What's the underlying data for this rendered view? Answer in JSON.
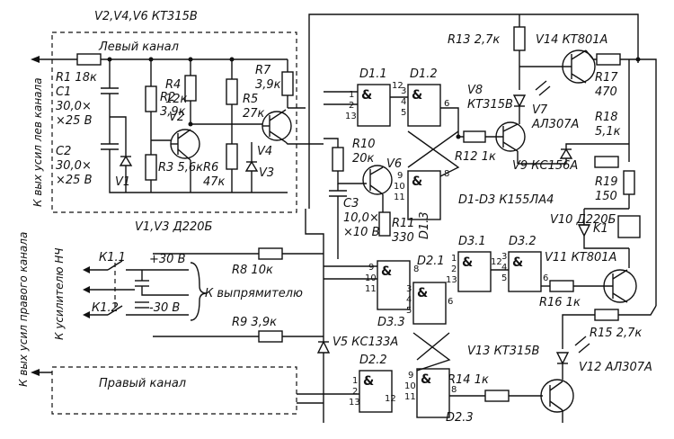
{
  "title_left": "V2,V4,V6  КТ315В",
  "left_channel_label": "Левый канал",
  "right_channel_label": "Правый канал",
  "vertical_left_out": "К вых усил лев канала",
  "vertical_right_out": "К вых усил правого канала",
  "vertical_to_amp": "К усилителю НЧ",
  "diodes_v1v3": "V1,V3  Д220Б",
  "to_rectifier": "К выпрямителю",
  "plus30": "+30 В",
  "minus30": "-30 В",
  "k11": "К1.1",
  "k12": "К1.2",
  "components": {
    "r1": "R1 18к",
    "c1": "C1 30,0× ×25 В",
    "c2": "C2 30,0× ×25 В",
    "r2": "R2 3,9к",
    "r4": "R4 12к",
    "r3": "R3 5,6к",
    "r6": "R6 47к",
    "r7": "R7 3,9к",
    "r5": "R5 27к",
    "v1": "V1",
    "v2": "V2",
    "v3": "V3",
    "v4": "V4",
    "r13": "R13  2,7к",
    "v14": "V14  КТ801А",
    "r17": "R17 470",
    "d11": "D1.1",
    "d12": "D1.2",
    "v8": "V8 КТ315В",
    "v7": "V7 АЛ307А",
    "r18": "R18 5,1к",
    "r10": "R10 20к",
    "v6": "V6",
    "r12": "R12 1к",
    "v9": "V9 КС156А",
    "r19": "R19 150",
    "c3": "C3 10,0× ×10 В",
    "r11": "R11 330",
    "d13": "D1.3",
    "d1d3": "D1-D3  К155ЛА4",
    "v10": "V10 Д220Б",
    "k1": "K1",
    "r8": "R8 10к",
    "d31": "D3.1",
    "d32": "D3.2",
    "d21": "D2.1",
    "v11": "V11  КТ801А",
    "d33": "D3.3",
    "r16": "R16 1к",
    "r9": "R9 3,9к",
    "v5": "V5 КС133А",
    "r15": "R15 2,7к",
    "v12": "V12 АЛ307А",
    "v13": "V13 КТ315В",
    "d22": "D2.2",
    "r14": "R14 1к",
    "d23": "D2.3"
  },
  "gate_symbol": "&",
  "pins": [
    "1",
    "2",
    "13",
    "12",
    "3",
    "4",
    "5",
    "6",
    "9",
    "10",
    "11",
    "8"
  ]
}
